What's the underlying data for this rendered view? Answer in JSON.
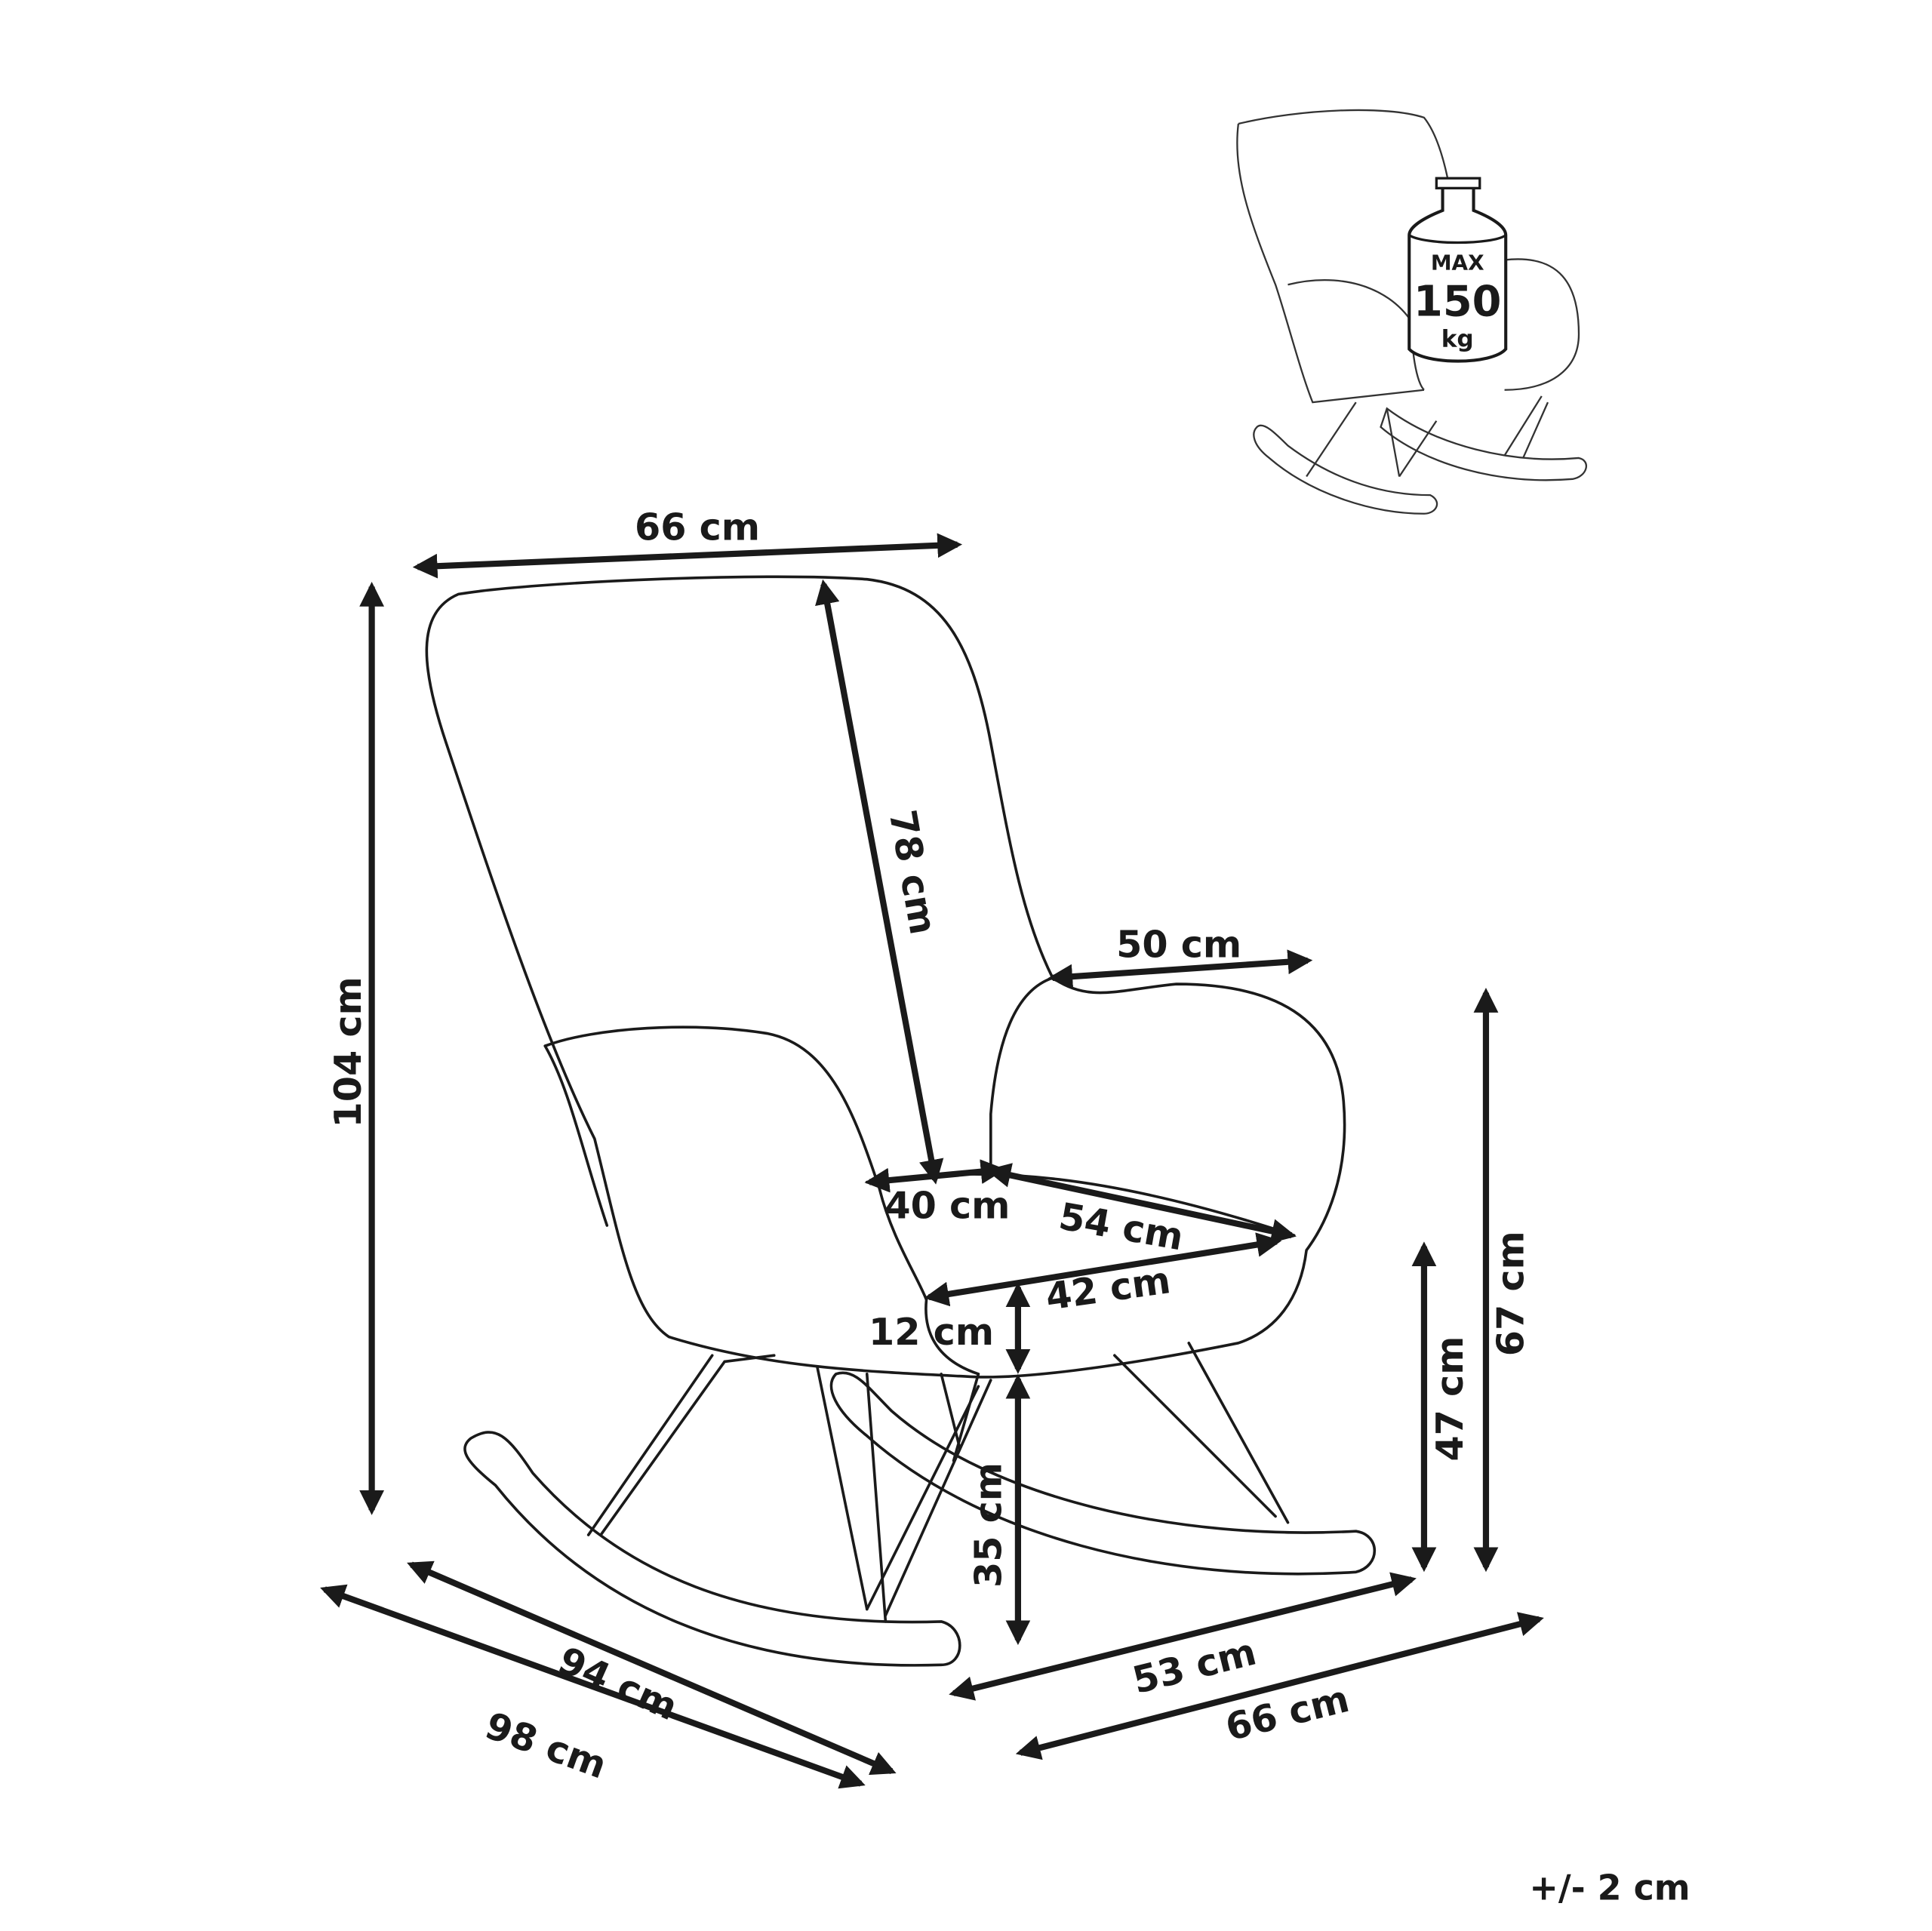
{
  "dimensions": {
    "top_width": "66 cm",
    "total_height": "104 cm",
    "backrest_height": "78 cm",
    "armrest_depth": "50 cm",
    "seat_width_inner": "40 cm",
    "seat_depth": "54 cm",
    "seat_width": "42 cm",
    "seat_thickness": "12 cm",
    "seat_clearance": "35 cm",
    "seat_height": "47 cm",
    "armrest_height": "67 cm",
    "rocker_length_inner": "94 cm",
    "rocker_length": "98 cm",
    "base_width_inner": "53 cm",
    "base_width": "66 cm"
  },
  "tolerance": "+/- 2 cm",
  "weight_badge": {
    "line1": "MAX",
    "line2": "150",
    "line3": "kg"
  }
}
